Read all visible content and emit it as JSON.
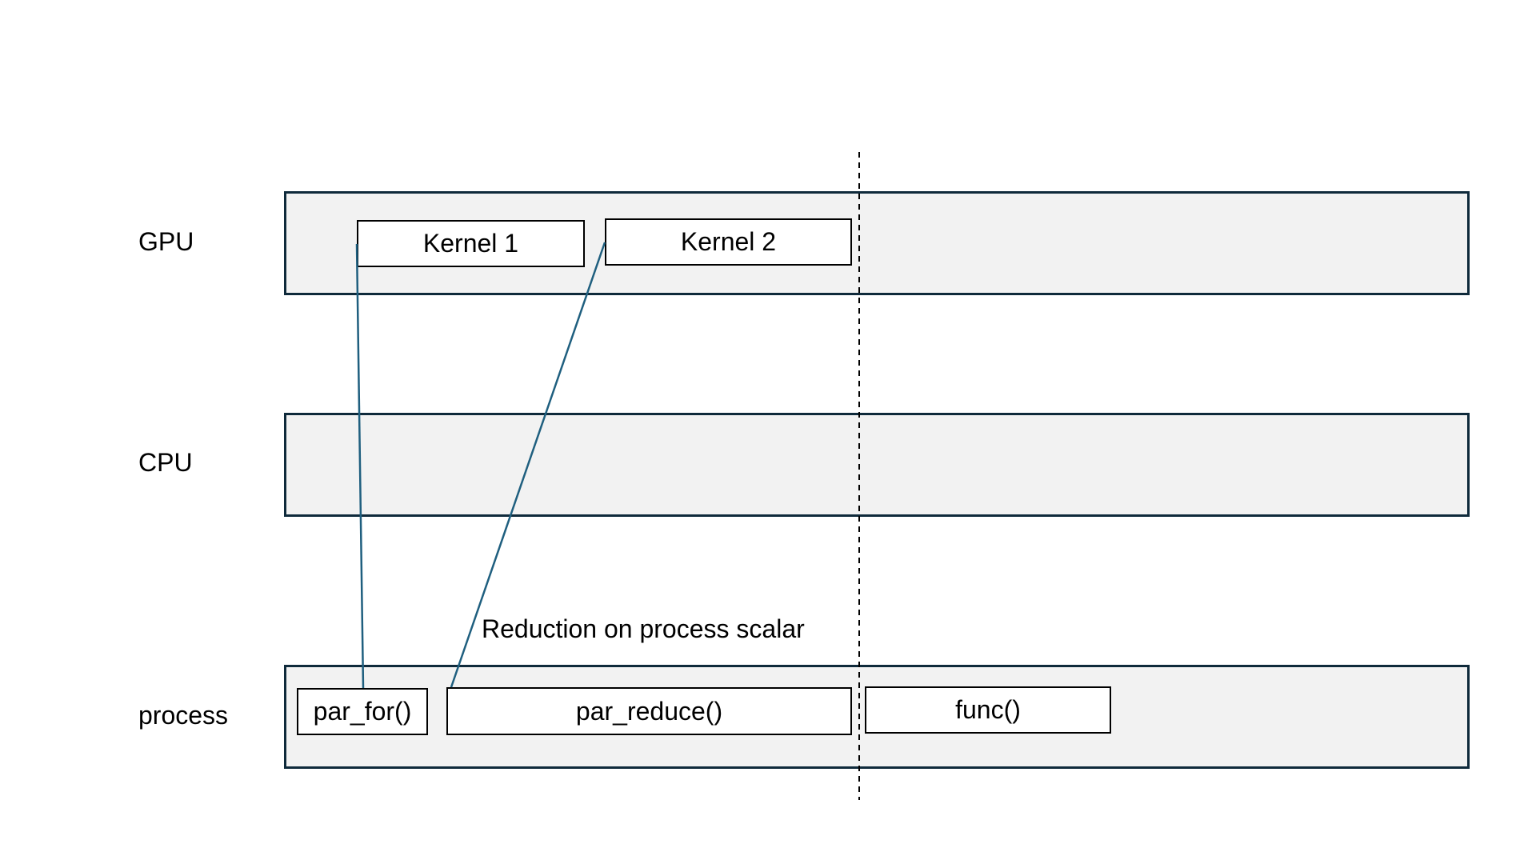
{
  "lanes": {
    "gpu": {
      "label": "GPU"
    },
    "cpu": {
      "label": "CPU"
    },
    "process": {
      "label": "process"
    }
  },
  "gpu_boxes": {
    "kernel1": "Kernel 1",
    "kernel2": "Kernel 2"
  },
  "process_boxes": {
    "par_for": "par_for()",
    "par_reduce": "par_reduce()",
    "func": "func()"
  },
  "annotation": "Reduction on process scalar",
  "colors": {
    "lane_fill": "#f2f2f2",
    "lane_border": "#0f2a3b",
    "connector": "#1f5f7f"
  }
}
